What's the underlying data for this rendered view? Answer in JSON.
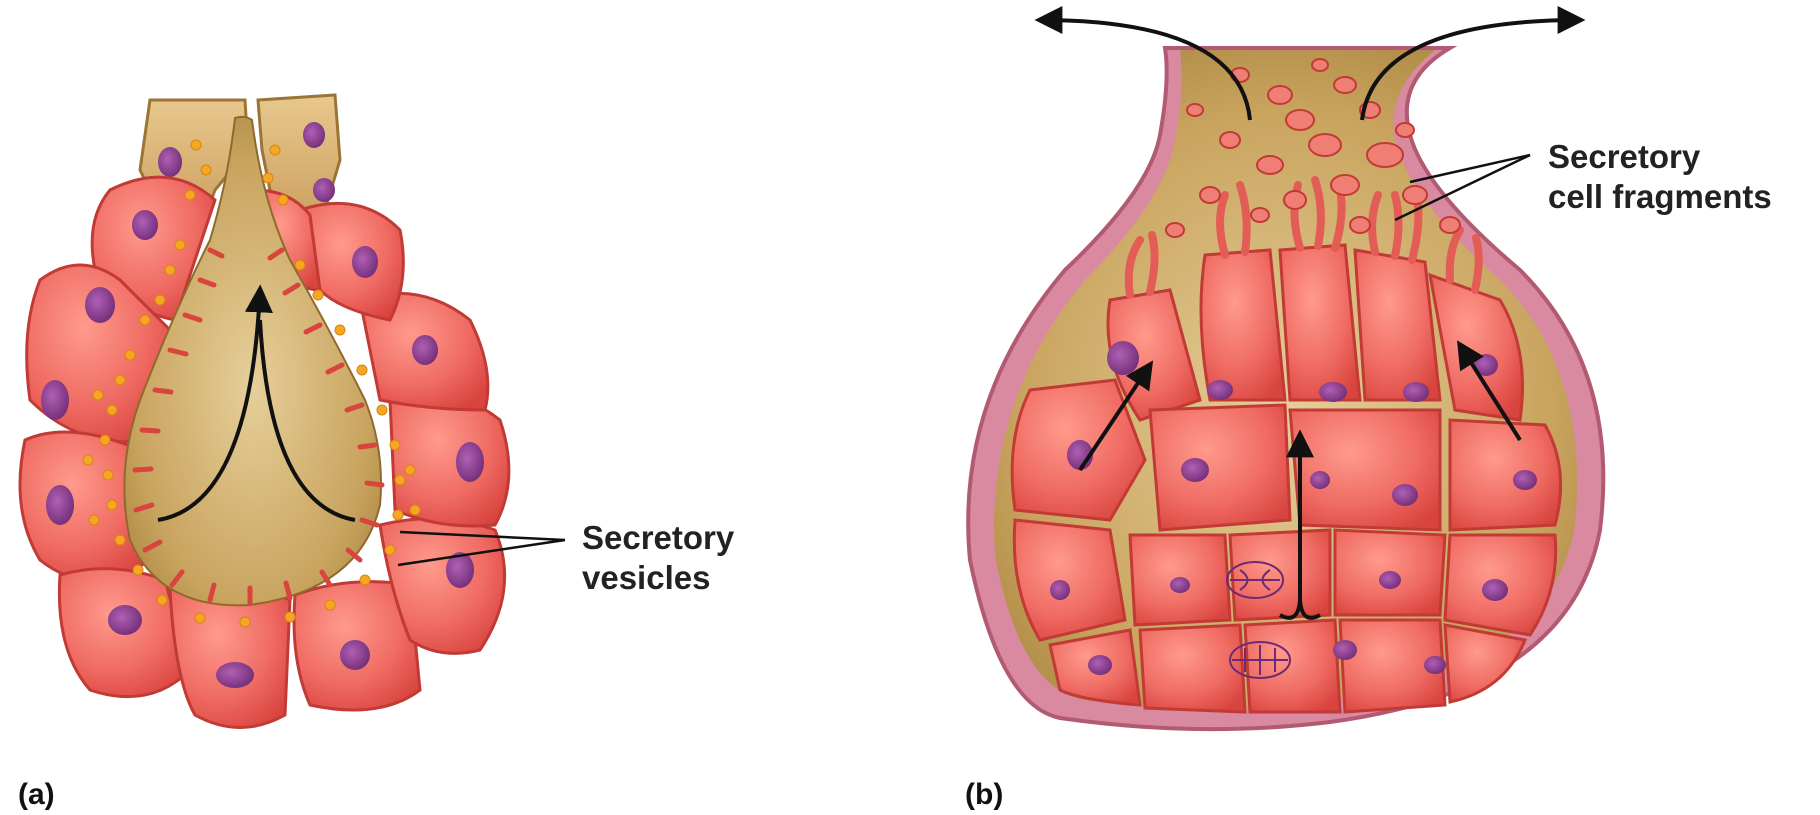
{
  "panels": {
    "a": {
      "tag": "(a)",
      "label_line1": "Secretory",
      "label_line2": "vesicles"
    },
    "b": {
      "tag": "(b)",
      "label_line1": "Secretory",
      "label_line2": "cell fragments"
    }
  },
  "colors": {
    "cell_fill": "#ef6b63",
    "cell_edge": "#c23a35",
    "nucleus": "#8a3a8e",
    "lumen": "#c9a45f",
    "vesicle": "#f5a623",
    "wall": "#d98aa0",
    "arrow": "#111111"
  }
}
